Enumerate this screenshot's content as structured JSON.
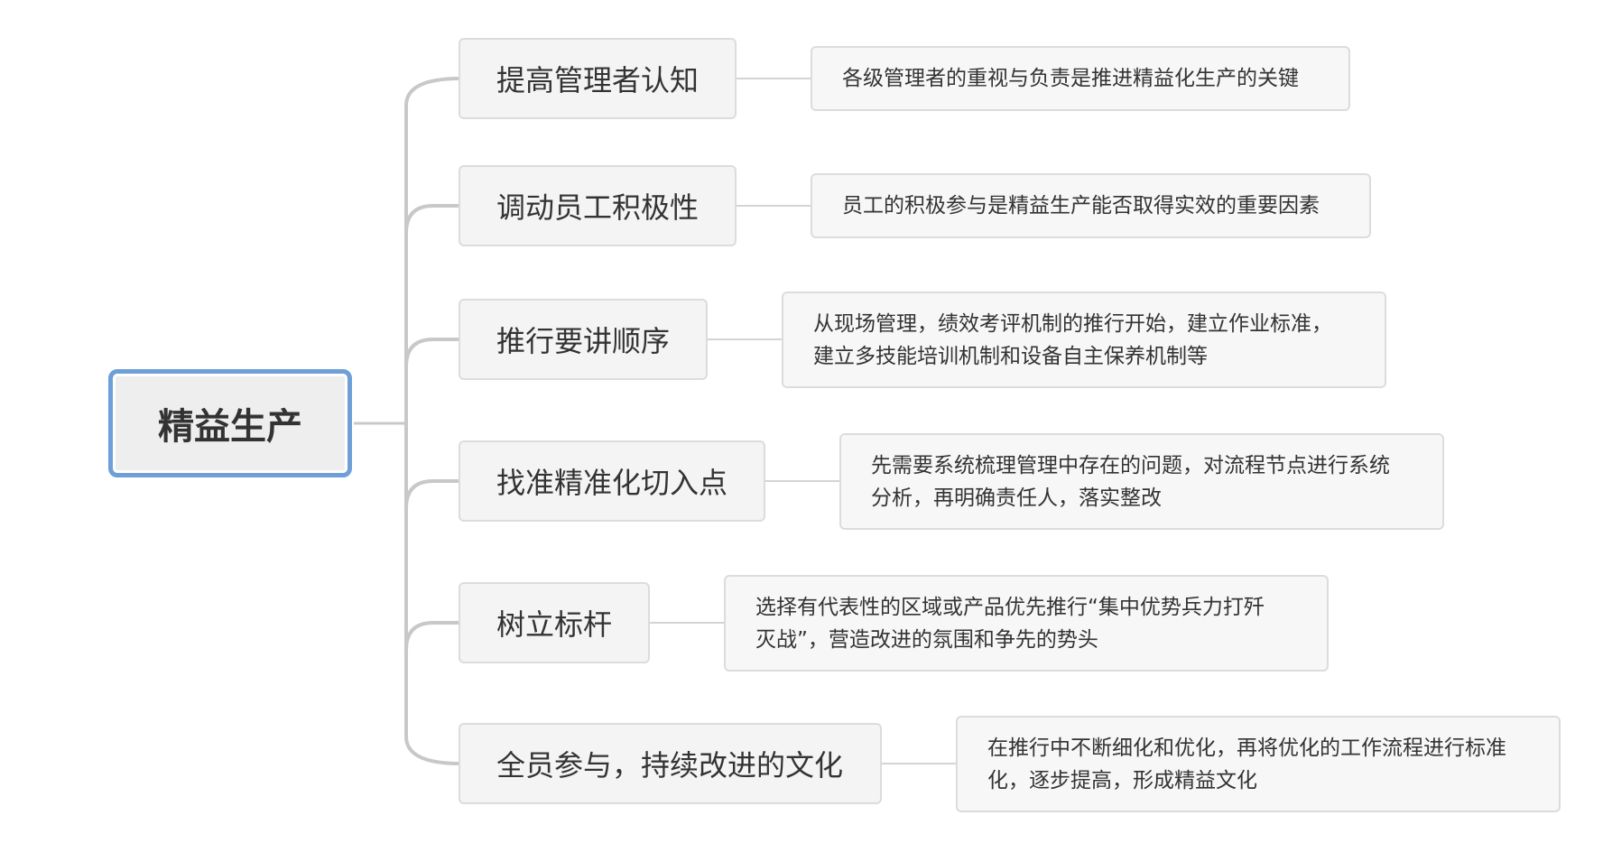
{
  "root": {
    "label": "精益生产"
  },
  "branches": [
    {
      "label": "提高管理者认知",
      "note": "各级管理者的重视与负责是推进精益化生产的关键"
    },
    {
      "label": "调动员工积极性",
      "note": "员工的积极参与是精益生产能否取得实效的重要因素"
    },
    {
      "label": "推行要讲顺序",
      "note": "从现场管理，绩效考评机制的推行开始，建立作业标准，\n建立多技能培训机制和设备自主保养机制等"
    },
    {
      "label": "找准精准化切入点",
      "note": "先需要系统梳理管理中存在的问题，对流程节点进行系统\n分析，再明确责任人，落实整改"
    },
    {
      "label": "树立标杆",
      "note": "选择有代表性的区域或产品优先推行“集中优势兵力打歼\n灭战”，营造改进的氛围和争先的势头"
    },
    {
      "label": "全员参与，持续改进的文化",
      "note": "在推行中不断细化和优化，再将优化的工作流程进行标准\n化，逐步提高，形成精益文化"
    }
  ],
  "colors": {
    "root_border": "#6f9fd8",
    "root_fill": "#eeeeee",
    "node_fill": "#f4f4f4",
    "node_border": "#dcdcdc",
    "connector": "#c8c8c8"
  }
}
